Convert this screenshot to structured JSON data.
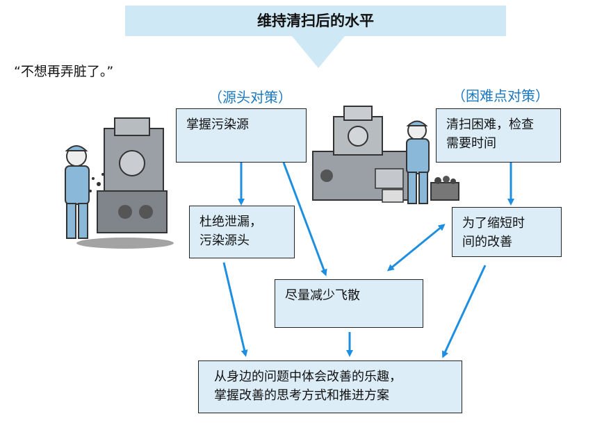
{
  "banner": {
    "title": "维持清扫后的水平"
  },
  "quote": "“不想再弄脏了。”",
  "sections": {
    "left": "（源头对策）",
    "right": "（困难点对策）"
  },
  "boxes": {
    "grasp_source": [
      "掌握污染源"
    ],
    "prevent_leak": [
      "杜绝泄漏，",
      "污染源头"
    ],
    "reduce_scatter": [
      "尽量减少飞散"
    ],
    "hard_clean": [
      "清扫困难，检查",
      "需要时间"
    ],
    "shorten_time": [
      "为了缩短时",
      "间的改善"
    ],
    "experience": [
      "从身边的问题中体会改善的乐趣，",
      "掌握改善的思考方式和推进方案"
    ]
  },
  "colors": {
    "arrow": "#1e8ee0",
    "box_fill": "#dcedf8",
    "banner_fill": "#cfe8f5",
    "section_text": "#1a78c2"
  },
  "illustrations": {
    "left": "worker-at-leaking-machine",
    "right": "worker-cleaning-machine"
  }
}
